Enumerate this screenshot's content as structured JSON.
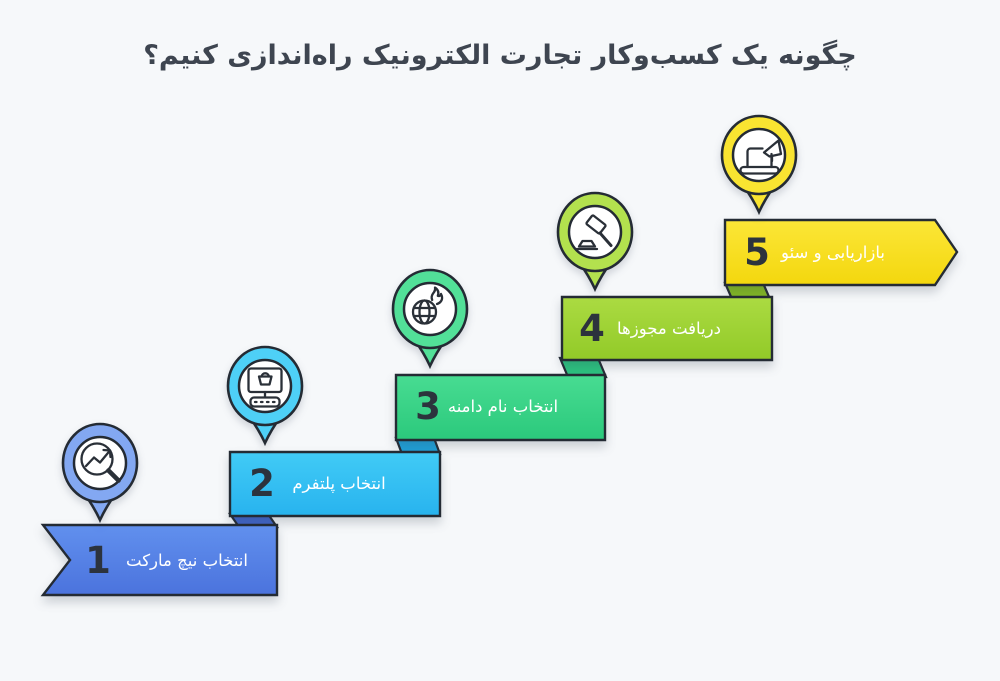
{
  "canvas": {
    "background": "#f6f8fa",
    "outline_color": "#242b34"
  },
  "title": {
    "text": "چگونه یک کسب‌وکار تجارت الکترونیک راه‌اندازی کنیم؟",
    "color": "#3e4550"
  },
  "steps": [
    {
      "number": "1",
      "label": "انتخاب نیچ مارکت",
      "icon": "market-research-magnifier",
      "banner_top": "#6190ee",
      "banner_bottom": "#4b73dd",
      "fold": "#4066cc",
      "pin": "#83a8f2"
    },
    {
      "number": "2",
      "label": "انتخاب پلتفرم",
      "icon": "ecommerce-platform-monitor",
      "banner_top": "#41cbf6",
      "banner_bottom": "#28b3ee",
      "fold": "#1fa3dc",
      "pin": "#4ed0f7"
    },
    {
      "number": "3",
      "label": "انتخاب نام دامنه",
      "icon": "domain-globe-flame",
      "banner_top": "#48dc92",
      "banner_bottom": "#2bc97c",
      "fold": "#2cc480",
      "pin": "#52e098"
    },
    {
      "number": "4",
      "label": "دریافت مجوزها",
      "icon": "license-gavel",
      "banner_top": "#abdb42",
      "banner_bottom": "#92ca28",
      "fold": "#84bb22",
      "pin": "#b3e14e"
    },
    {
      "number": "5",
      "label": "بازاریابی و سئو",
      "icon": "marketing-laptop-megaphone",
      "banner_top": "#fce637",
      "banner_bottom": "#f3d70e",
      "fold": "#ddc10e",
      "pin": "#f9e431"
    }
  ],
  "number_color": "#2c333d",
  "label_color": "#ffffff"
}
